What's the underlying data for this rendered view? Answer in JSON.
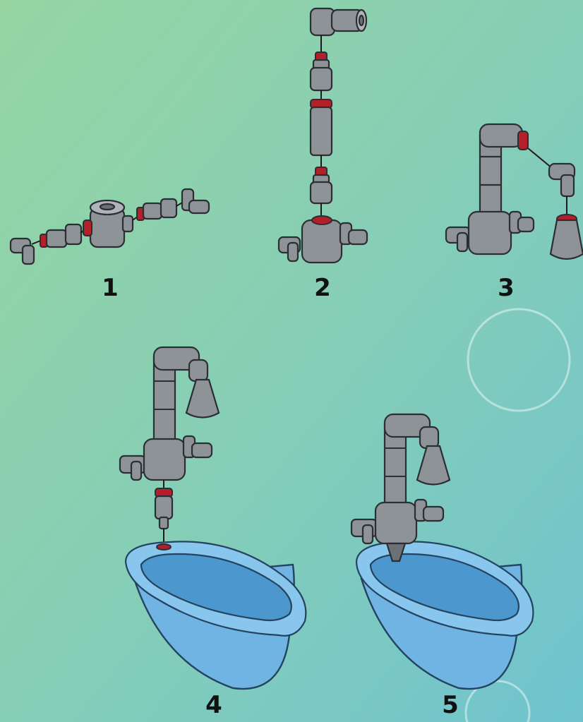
{
  "steps": [
    {
      "label": "1"
    },
    {
      "label": "2"
    },
    {
      "label": "3"
    },
    {
      "label": "4"
    },
    {
      "label": "5"
    }
  ],
  "colors": {
    "background_start": "#8fd2a6",
    "background_end": "#78c7cf",
    "pipe": "#8e9398",
    "connector_red": "#b51f2a",
    "tub_blue": "#6fb4e2"
  }
}
